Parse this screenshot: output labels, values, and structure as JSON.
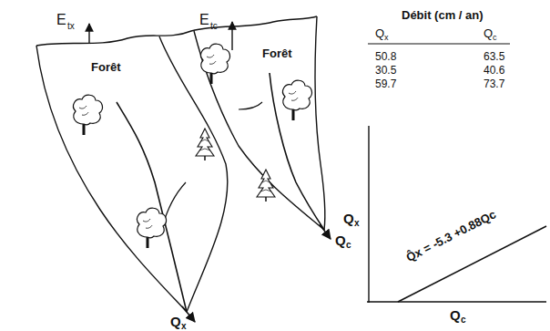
{
  "diagram": {
    "labels": [
      "E",
      "tx",
      "E",
      "tc",
      "Forêt",
      "Forêt",
      "Q",
      "x",
      "Q",
      "c",
      "Débit (cm / an)",
      "Q",
      "x",
      "Q",
      "c",
      "50.8",
      "63.5",
      "30.5",
      "40.6",
      "59.7",
      "73.7",
      "Q",
      "x",
      "Q",
      "c",
      "Q̂x = -5.3 +0.88Qc"
    ]
  }
}
